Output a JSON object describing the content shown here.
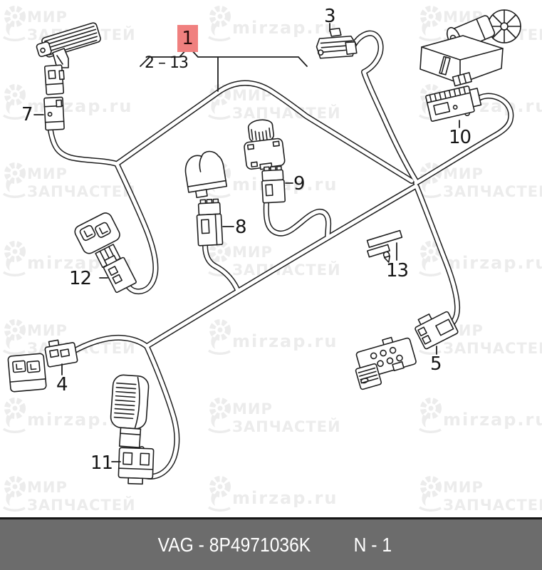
{
  "colors": {
    "highlight_bg": "#f0807f",
    "footer_bg": "#6c6c6c",
    "line": "#1f1f1f",
    "watermark": "#ececec",
    "label": "#151515",
    "footer_text": "#ffffff"
  },
  "watermark": {
    "brand_line1": "МИР",
    "brand_line2": "ЗАПЧАСТЕЙ",
    "site": "mirzap.ru"
  },
  "callouts": {
    "n1": "1",
    "range": "2 – 13",
    "n3": "3",
    "n4": "4",
    "n5": "5",
    "n7": "7",
    "n8": "8",
    "n9": "9",
    "n10": "10",
    "n11": "11",
    "n12": "12",
    "n13": "13"
  },
  "footer": {
    "catalog_code": "VAG - 8P4971036K",
    "sheet": "N - 1"
  }
}
